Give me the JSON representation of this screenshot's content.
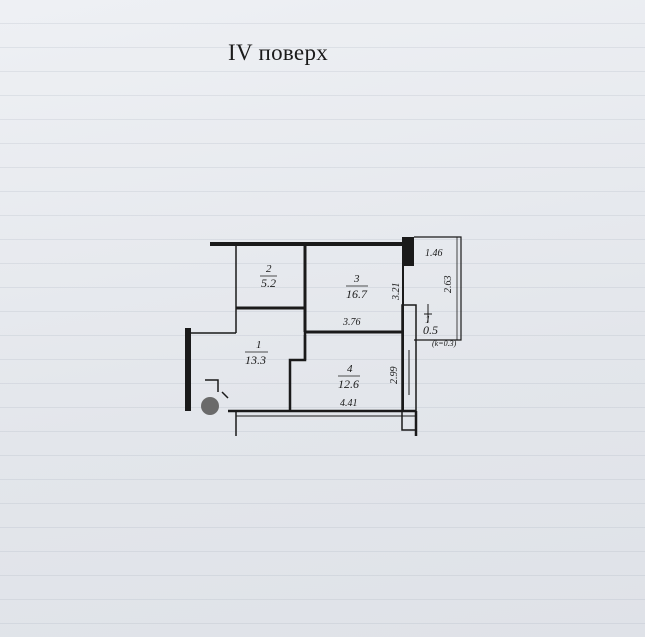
{
  "title": "IV поверх",
  "rooms": [
    {
      "number": "1",
      "area": "13.3"
    },
    {
      "number": "2",
      "area": "5.2"
    },
    {
      "number": "3",
      "area": "16.7"
    },
    {
      "number": "4",
      "area": "12.6"
    },
    {
      "number": "1",
      "area": "0.5"
    }
  ],
  "dimensions": {
    "d146": "1.46",
    "d263": "2.63",
    "d321": "3.21",
    "d376": "3.76",
    "d299": "2.99",
    "d441": "4.41",
    "coef": "(k=0.3)"
  },
  "colors": {
    "ink": "#1a1a1a",
    "paper": "#e6e9ee"
  }
}
